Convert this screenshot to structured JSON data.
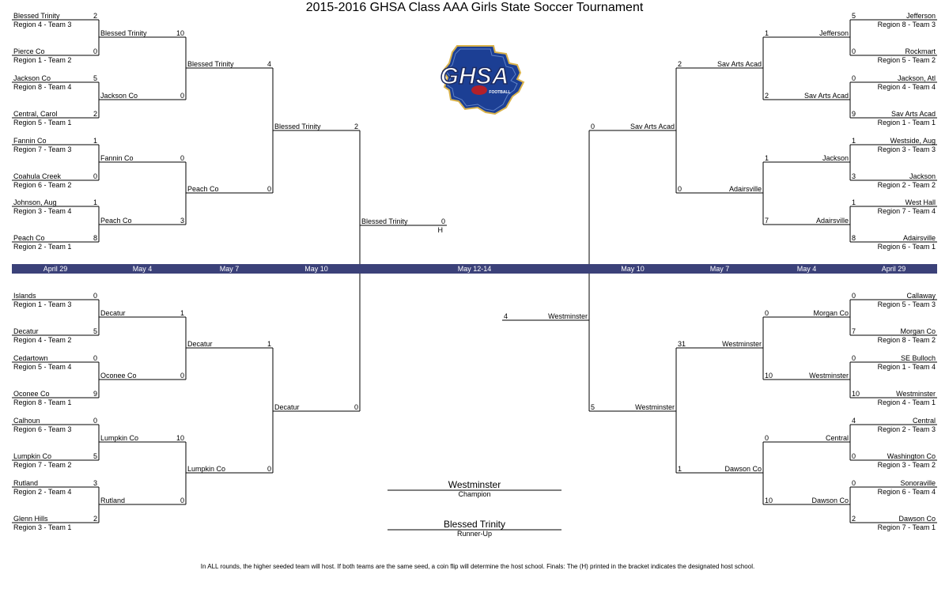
{
  "title": "2015-2016 GHSA Class AAA Girls State Soccer Tournament",
  "logo": {
    "text": "GHSA",
    "subtext": "FOOTBALL"
  },
  "colors": {
    "date_bar": "#3b4179",
    "logo_blue": "#1c3f94",
    "logo_red": "#b3202a",
    "logo_gold": "#d9b24a"
  },
  "dates": [
    "April 29",
    "May 4",
    "May 7",
    "May 10",
    "May 12-14",
    "May 10",
    "May 7",
    "May 4",
    "April 29"
  ],
  "footnote": "In ALL rounds, the higher seeded team will host. If both teams are the same seed, a coin flip will determine the host school. Finals: The (H) printed in the bracket indicates the designated host school.",
  "champion": {
    "name": "Westminster",
    "label": "Champion"
  },
  "runner_up": {
    "name": "Blessed Trinity",
    "label": "Runner-Up"
  },
  "host_marker": "H",
  "left": {
    "r1": [
      {
        "name": "Blessed Trinity",
        "seed": "Region 4 - Team 3",
        "score": "2"
      },
      {
        "name": "Pierce Co",
        "seed": "Region 1 - Team 2",
        "score": "0"
      },
      {
        "name": "Jackson Co",
        "seed": "Region 8 - Team 4",
        "score": "5"
      },
      {
        "name": "Central, Carol",
        "seed": "Region 5 - Team 1",
        "score": "2"
      },
      {
        "name": "Fannin Co",
        "seed": "Region 7 - Team 3",
        "score": "1"
      },
      {
        "name": "Coahula Creek",
        "seed": "Region 6 - Team 2",
        "score": "0"
      },
      {
        "name": "Johnson, Aug",
        "seed": "Region 3 - Team 4",
        "score": "1"
      },
      {
        "name": "Peach Co",
        "seed": "Region 2 - Team 1",
        "score": "8"
      },
      {
        "name": "Islands",
        "seed": "Region 1 - Team 3",
        "score": "0"
      },
      {
        "name": "Decatur",
        "seed": "Region 4 - Team 2",
        "score": "5"
      },
      {
        "name": "Cedartown",
        "seed": "Region 5 - Team 4",
        "score": "0"
      },
      {
        "name": "Oconee Co",
        "seed": "Region 8 - Team 1",
        "score": "9"
      },
      {
        "name": "Calhoun",
        "seed": "Region 6 - Team 3",
        "score": "0"
      },
      {
        "name": "Lumpkin Co",
        "seed": "Region 7 - Team 2",
        "score": "5"
      },
      {
        "name": "Rutland",
        "seed": "Region 2 - Team 4",
        "score": "3"
      },
      {
        "name": "Glenn Hills",
        "seed": "Region 3 - Team 1",
        "score": "2"
      }
    ],
    "r2": [
      {
        "name": "Blessed Trinity",
        "score": "10"
      },
      {
        "name": "Jackson Co",
        "score": "0"
      },
      {
        "name": "Fannin Co",
        "score": "0"
      },
      {
        "name": "Peach Co",
        "score": "3"
      },
      {
        "name": "Decatur",
        "score": "1"
      },
      {
        "name": "Oconee Co",
        "score": "0"
      },
      {
        "name": "Lumpkin Co",
        "score": "10"
      },
      {
        "name": "Rutland",
        "score": "0"
      }
    ],
    "r3": [
      {
        "name": "Blessed Trinity",
        "score": "4"
      },
      {
        "name": "Peach Co",
        "score": "0"
      },
      {
        "name": "Decatur",
        "score": "1"
      },
      {
        "name": "Lumpkin Co",
        "score": "0"
      }
    ],
    "r4": [
      {
        "name": "Blessed Trinity",
        "score": "2"
      },
      {
        "name": "Decatur",
        "score": "0"
      }
    ],
    "final": {
      "name": "Blessed Trinity",
      "score": "0"
    }
  },
  "right": {
    "r1": [
      {
        "name": "Jefferson",
        "seed": "Region 8 - Team 3",
        "score": "5"
      },
      {
        "name": "Rockmart",
        "seed": "Region 5 - Team 2",
        "score": "0"
      },
      {
        "name": "Jackson, Atl",
        "seed": "Region 4 - Team 4",
        "score": "0"
      },
      {
        "name": "Sav Arts Acad",
        "seed": "Region 1 - Team 1",
        "score": "9"
      },
      {
        "name": "Westside, Aug",
        "seed": "Region 3 - Team 3",
        "score": "1"
      },
      {
        "name": "Jackson",
        "seed": "Region 2 - Team 2",
        "score": "3"
      },
      {
        "name": "West Hall",
        "seed": "Region 7 - Team 4",
        "score": "1"
      },
      {
        "name": "Adairsville",
        "seed": "Region 6 - Team 1",
        "score": "8"
      },
      {
        "name": "Callaway",
        "seed": "Region 5 - Team 3",
        "score": "0"
      },
      {
        "name": "Morgan Co",
        "seed": "Region 8 - Team 2",
        "score": "7"
      },
      {
        "name": "SE Bulloch",
        "seed": "Region 1 - Team 4",
        "score": "0"
      },
      {
        "name": "Westminster",
        "seed": "Region 4 - Team 1",
        "score": "10"
      },
      {
        "name": "Central",
        "seed": "Region 2 - Team 3",
        "score": "4"
      },
      {
        "name": "Washington Co",
        "seed": "Region 3 - Team 2",
        "score": "0"
      },
      {
        "name": "Sonoraville",
        "seed": "Region 6 - Team 4",
        "score": "0"
      },
      {
        "name": "Dawson Co",
        "seed": "Region 7 - Team 1",
        "score": "2"
      }
    ],
    "r2": [
      {
        "name": "Jefferson",
        "score": "1"
      },
      {
        "name": "Sav Arts Acad",
        "score": "2"
      },
      {
        "name": "Jackson",
        "score": "1"
      },
      {
        "name": "Adairsville",
        "score": "7"
      },
      {
        "name": "Morgan Co",
        "score": "0"
      },
      {
        "name": "Westminster",
        "score": "10"
      },
      {
        "name": "Central",
        "score": "0"
      },
      {
        "name": "Dawson Co",
        "score": "10"
      }
    ],
    "r3": [
      {
        "name": "Sav Arts Acad",
        "score": "2"
      },
      {
        "name": "Adairsville",
        "score": "0"
      },
      {
        "name": "Westminster",
        "score": "31"
      },
      {
        "name": "Dawson Co",
        "score": "1"
      }
    ],
    "r4": [
      {
        "name": "Sav Arts Acad",
        "score": "0"
      },
      {
        "name": "Westminster",
        "score": "5"
      }
    ],
    "final": {
      "name": "Westminster",
      "score": "4"
    }
  }
}
